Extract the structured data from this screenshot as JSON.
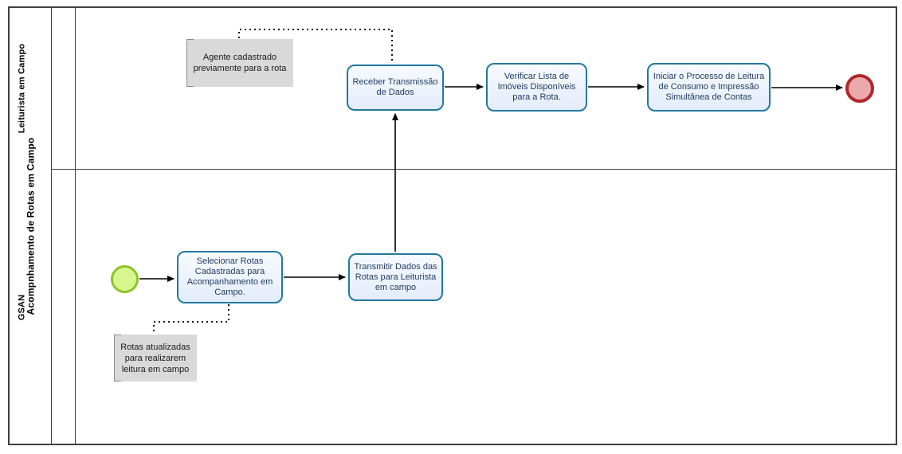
{
  "diagram": {
    "pool": {
      "title": "Acompnhamento de Rotas em Campo",
      "lanes": [
        {
          "id": "leiturista-em-campo",
          "label": "Leiturista em Campo"
        },
        {
          "id": "gsan",
          "label": "GSAN"
        }
      ]
    },
    "tasks": {
      "receber": {
        "label": "Receber Transmissão de Dados"
      },
      "verificar": {
        "label": "Verificar Lista de Imóveis Disponíveis para a Rota."
      },
      "iniciar": {
        "label": "Iniciar o Processo de Leitura de Consumo e Impressão Simultânea de Contas"
      },
      "selecionar": {
        "label": "Selecionar Rotas Cadastradas para Acompanhamento em Campo."
      },
      "transmitir": {
        "label": "Transmitir Dados das Rotas para Leiturista em campo"
      }
    },
    "annotations": {
      "agente": {
        "label": "Agente cadastrado previamente para a rota"
      },
      "rotas": {
        "label": "Rotas atualizadas para realizarem leitura em campo"
      }
    },
    "events": {
      "start": {
        "type": "start-event"
      },
      "end": {
        "type": "end-event"
      }
    },
    "colors": {
      "task_fill_top": "#f7faff",
      "task_fill_bottom": "#e4ecfa",
      "task_border": "#2279a0",
      "task_text": "#1f3a5f",
      "annotation_fill": "#d9d9d9",
      "annotation_text": "#1a1a1a",
      "start_fill": "#d7f68d",
      "start_border": "#8bc32a",
      "end_fill": "#eca9ab",
      "end_border": "#b1272b",
      "connector": "#000000",
      "frame": "#3f3f3f"
    }
  }
}
